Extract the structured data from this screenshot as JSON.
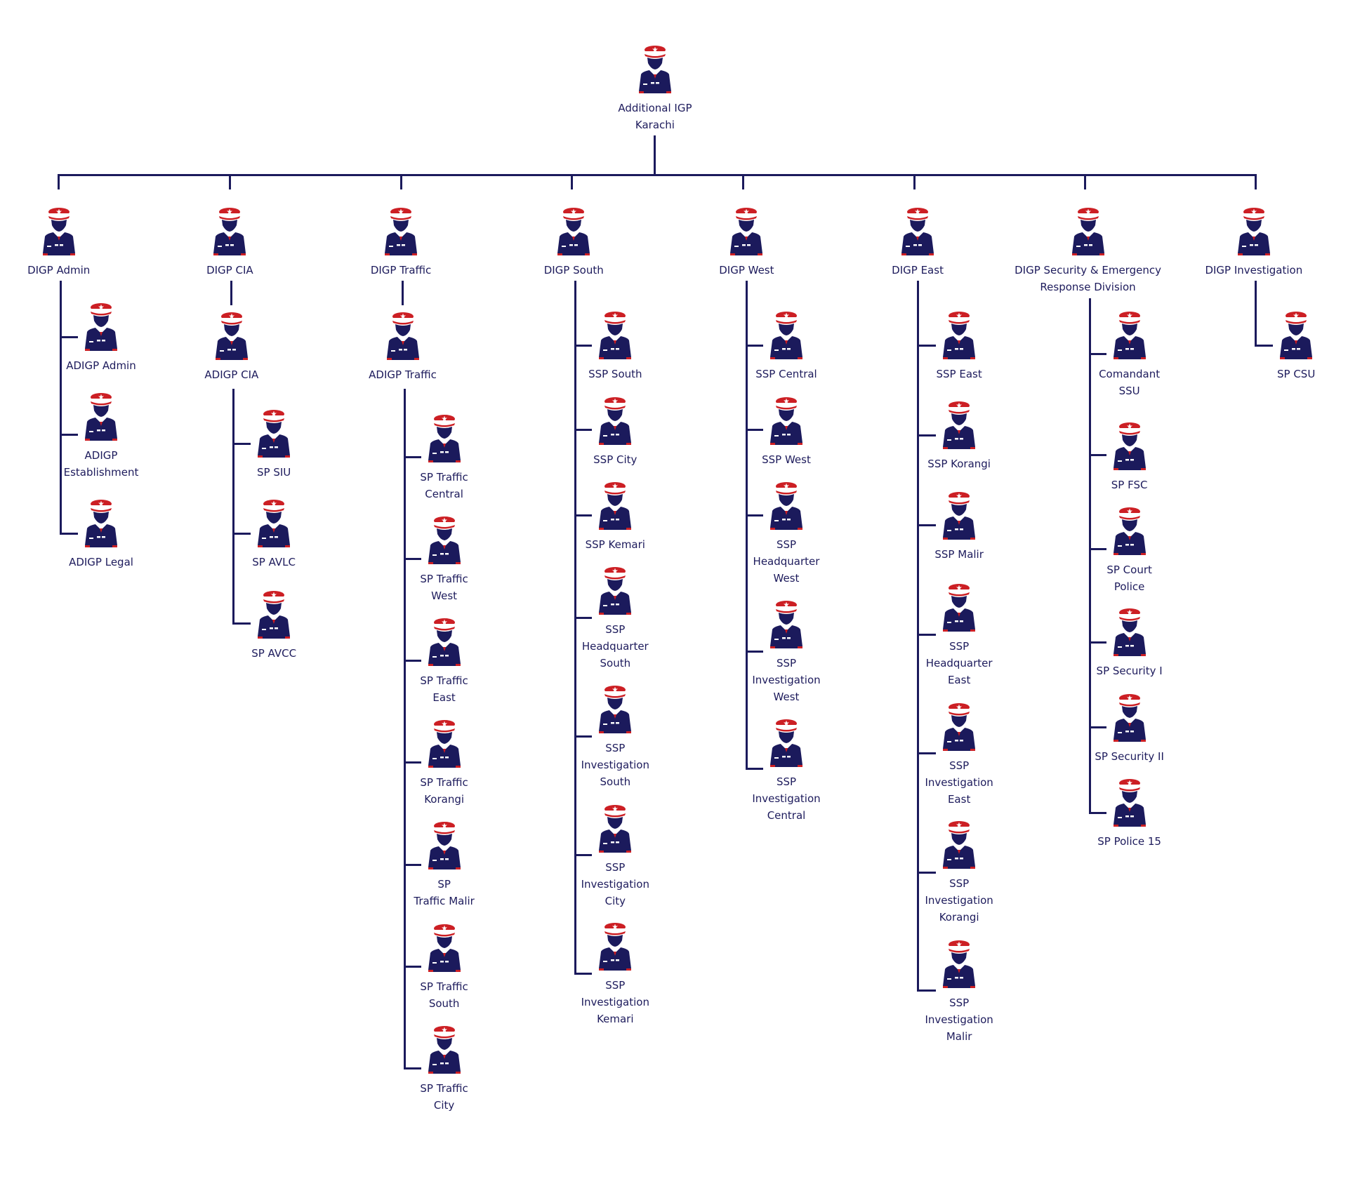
{
  "colors": {
    "navy": "#1b1a5c",
    "red": "#cc1f24"
  },
  "root": {
    "label": "Additional IGP\nKarachi",
    "icon": "police-officer-icon"
  },
  "columns": [
    {
      "head": "DIGP Admin",
      "sub": null,
      "children": [
        "ADIGP Admin",
        "ADIGP\nEstablishment",
        "ADIGP Legal"
      ]
    },
    {
      "head": "DIGP CIA",
      "sub": "ADIGP CIA",
      "children": [
        "SP SIU",
        "SP AVLC",
        "SP AVCC"
      ]
    },
    {
      "head": "DIGP Traffic",
      "sub": "ADIGP Traffic",
      "children": [
        "SP Traffic\nCentral",
        "SP Traffic\nWest",
        "SP Traffic\nEast",
        "SP Traffic\nKorangi",
        "SP\nTraffic Malir",
        "SP Traffic\nSouth",
        "SP Traffic\nCity"
      ]
    },
    {
      "head": "DIGP South",
      "sub": null,
      "children": [
        "SSP South",
        "SSP City",
        "SSP Kemari",
        "SSP\nHeadquarter\nSouth",
        "SSP\nInvestigation\nSouth",
        "SSP\nInvestigation\nCity",
        "SSP\nInvestigation\nKemari"
      ]
    },
    {
      "head": "DIGP West",
      "sub": null,
      "children": [
        "SSP Central",
        "SSP West",
        "SSP\nHeadquarter\nWest",
        "SSP\nInvestigation\nWest",
        "SSP\nInvestigation\nCentral"
      ]
    },
    {
      "head": "DIGP East",
      "sub": null,
      "children": [
        "SSP East",
        "SSP Korangi",
        "SSP Malir",
        "SSP\nHeadquarter\nEast",
        "SSP\nInvestigation\nEast",
        "SSP\nInvestigation\nKorangi",
        "SSP\nInvestigation\nMalir"
      ]
    },
    {
      "head": "DIGP Security & Emergency\nResponse Division",
      "sub": null,
      "children": [
        "Comandant\nSSU",
        "SP FSC",
        "SP Court\nPolice",
        "SP Security I",
        "SP Security II",
        "SP Police 15"
      ]
    },
    {
      "head": "DIGP Investigation",
      "sub": null,
      "children": [
        "SP CSU"
      ]
    }
  ]
}
